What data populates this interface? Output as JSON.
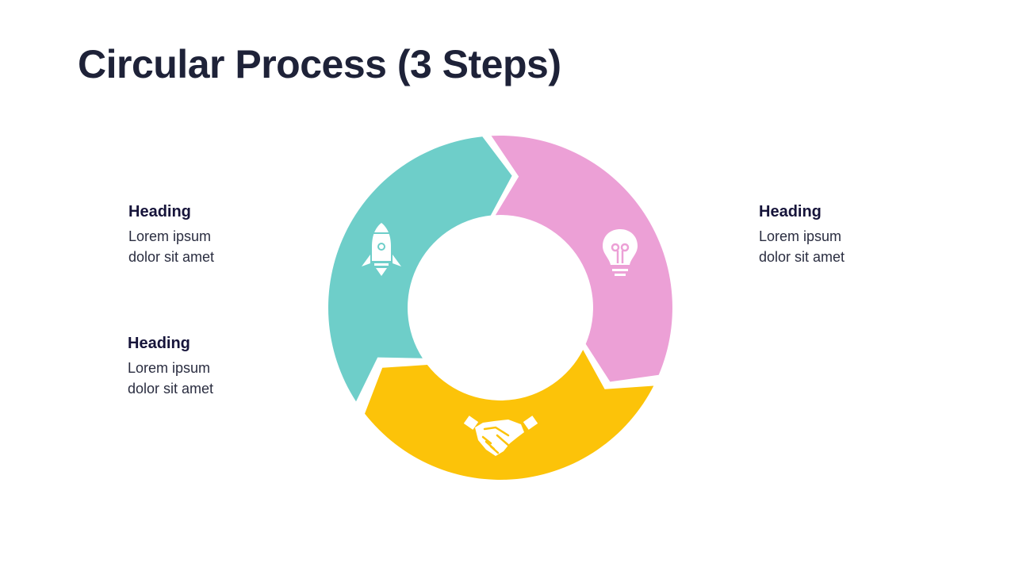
{
  "title": "Circular Process (3 Steps)",
  "steps": [
    {
      "heading": "Heading",
      "body_line1": "Lorem ipsum",
      "body_line2": "dolor sit amet",
      "color": "#6ecec9",
      "icon": "rocket-icon"
    },
    {
      "heading": "Heading",
      "body_line1": "Lorem ipsum",
      "body_line2": "dolor sit amet",
      "color": "#eca0d6",
      "icon": "lightbulb-icon"
    },
    {
      "heading": "Heading",
      "body_line1": "Lorem ipsum",
      "body_line2": "dolor sit amet",
      "color": "#fcc309",
      "icon": "handshake-icon"
    }
  ]
}
